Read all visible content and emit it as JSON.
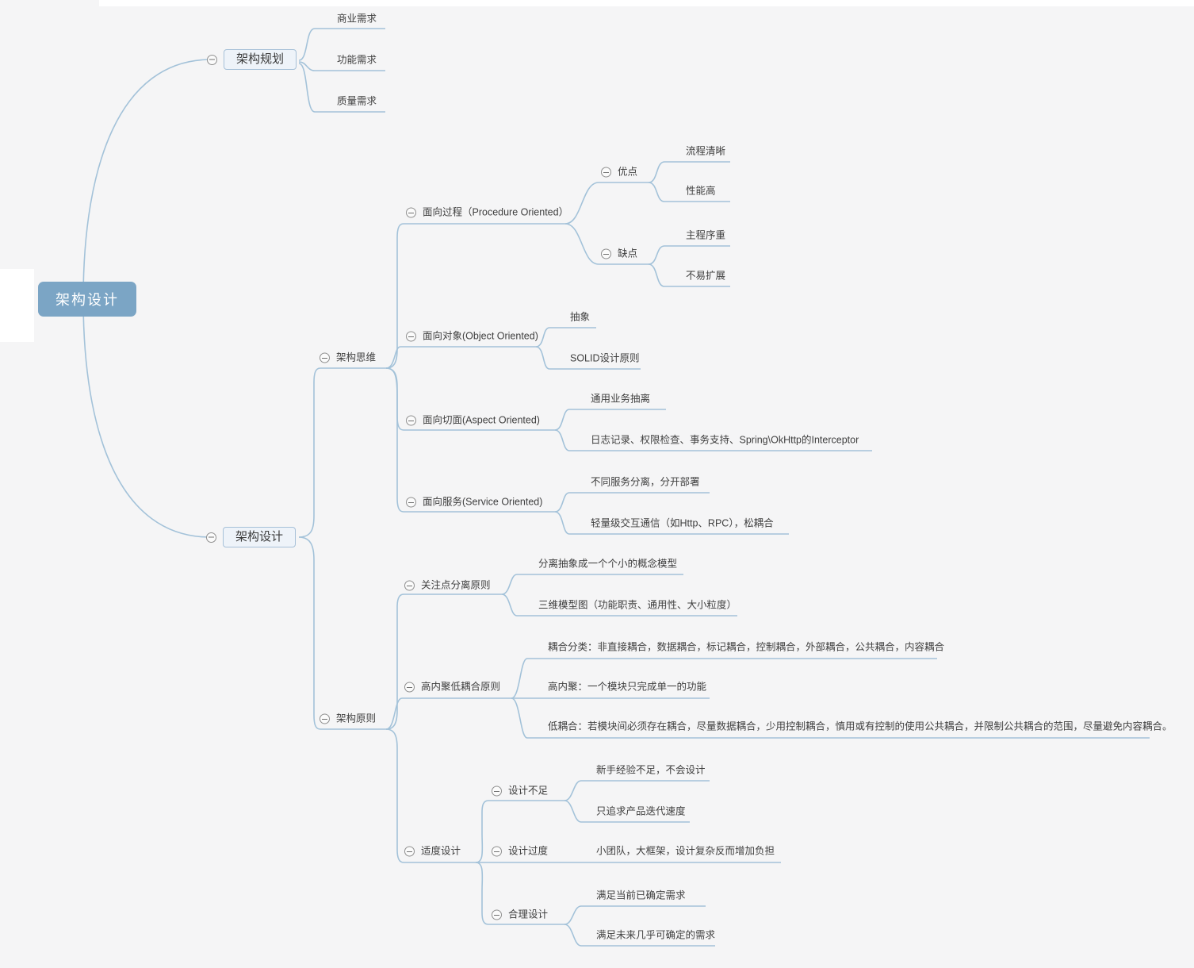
{
  "colors": {
    "background": "#f5f5f6",
    "branch_line": "#a3c2d9",
    "root_bg": "#7ba5c5",
    "root_text": "#ffffff",
    "box_border": "#a6c0d8",
    "box_bg": "#eef3f9",
    "text": "#3f3f3f",
    "icon_border": "#8f8f8f"
  },
  "map": {
    "label": "架构设计",
    "children": [
      {
        "label": "架构规划",
        "children": [
          {
            "label": "商业需求"
          },
          {
            "label": "功能需求"
          },
          {
            "label": "质量需求"
          }
        ]
      },
      {
        "label": "架构设计",
        "children": [
          {
            "label": "架构思维",
            "children": [
              {
                "label": "面向过程（Procedure Oriented）",
                "children": [
                  {
                    "label": "优点",
                    "children": [
                      {
                        "label": "流程清晰"
                      },
                      {
                        "label": "性能高"
                      }
                    ]
                  },
                  {
                    "label": "缺点",
                    "children": [
                      {
                        "label": "主程序重"
                      },
                      {
                        "label": "不易扩展"
                      }
                    ]
                  }
                ]
              },
              {
                "label": "面向对象(Object Oriented)",
                "children": [
                  {
                    "label": "抽象"
                  },
                  {
                    "label": "SOLID设计原则"
                  }
                ]
              },
              {
                "label": "面向切面(Aspect Oriented)",
                "children": [
                  {
                    "label": "通用业务抽离"
                  },
                  {
                    "label": "日志记录、权限检查、事务支持、Spring\\OkHttp的Interceptor"
                  }
                ]
              },
              {
                "label": "面向服务(Service Oriented)",
                "children": [
                  {
                    "label": "不同服务分离，分开部署"
                  },
                  {
                    "label": "轻量级交互通信（如Http、RPC），松耦合"
                  }
                ]
              }
            ]
          },
          {
            "label": "架构原则",
            "children": [
              {
                "label": "关注点分离原则",
                "children": [
                  {
                    "label": "分离抽象成一个个小的概念模型"
                  },
                  {
                    "label": "三维模型图（功能职责、通用性、大小粒度）"
                  }
                ]
              },
              {
                "label": "高内聚低耦合原则",
                "children": [
                  {
                    "label": "耦合分类：非直接耦合，数据耦合，标记耦合，控制耦合，外部耦合，公共耦合，内容耦合"
                  },
                  {
                    "label": "高内聚：一个模块只完成单一的功能"
                  },
                  {
                    "label": "低耦合：若模块间必须存在耦合，尽量数据耦合，少用控制耦合，慎用或有控制的使用公共耦合，并限制公共耦合的范围，尽量避免内容耦合。"
                  }
                ]
              },
              {
                "label": "适度设计",
                "children": [
                  {
                    "label": "设计不足",
                    "children": [
                      {
                        "label": "新手经验不足，不会设计"
                      },
                      {
                        "label": "只追求产品迭代速度"
                      }
                    ]
                  },
                  {
                    "label": "设计过度",
                    "children": [
                      {
                        "label": "小团队，大框架，设计复杂反而增加负担"
                      }
                    ]
                  },
                  {
                    "label": "合理设计",
                    "children": [
                      {
                        "label": "满足当前已确定需求"
                      },
                      {
                        "label": "满足未来几乎可确定的需求"
                      }
                    ]
                  }
                ]
              }
            ]
          }
        ]
      }
    ]
  }
}
